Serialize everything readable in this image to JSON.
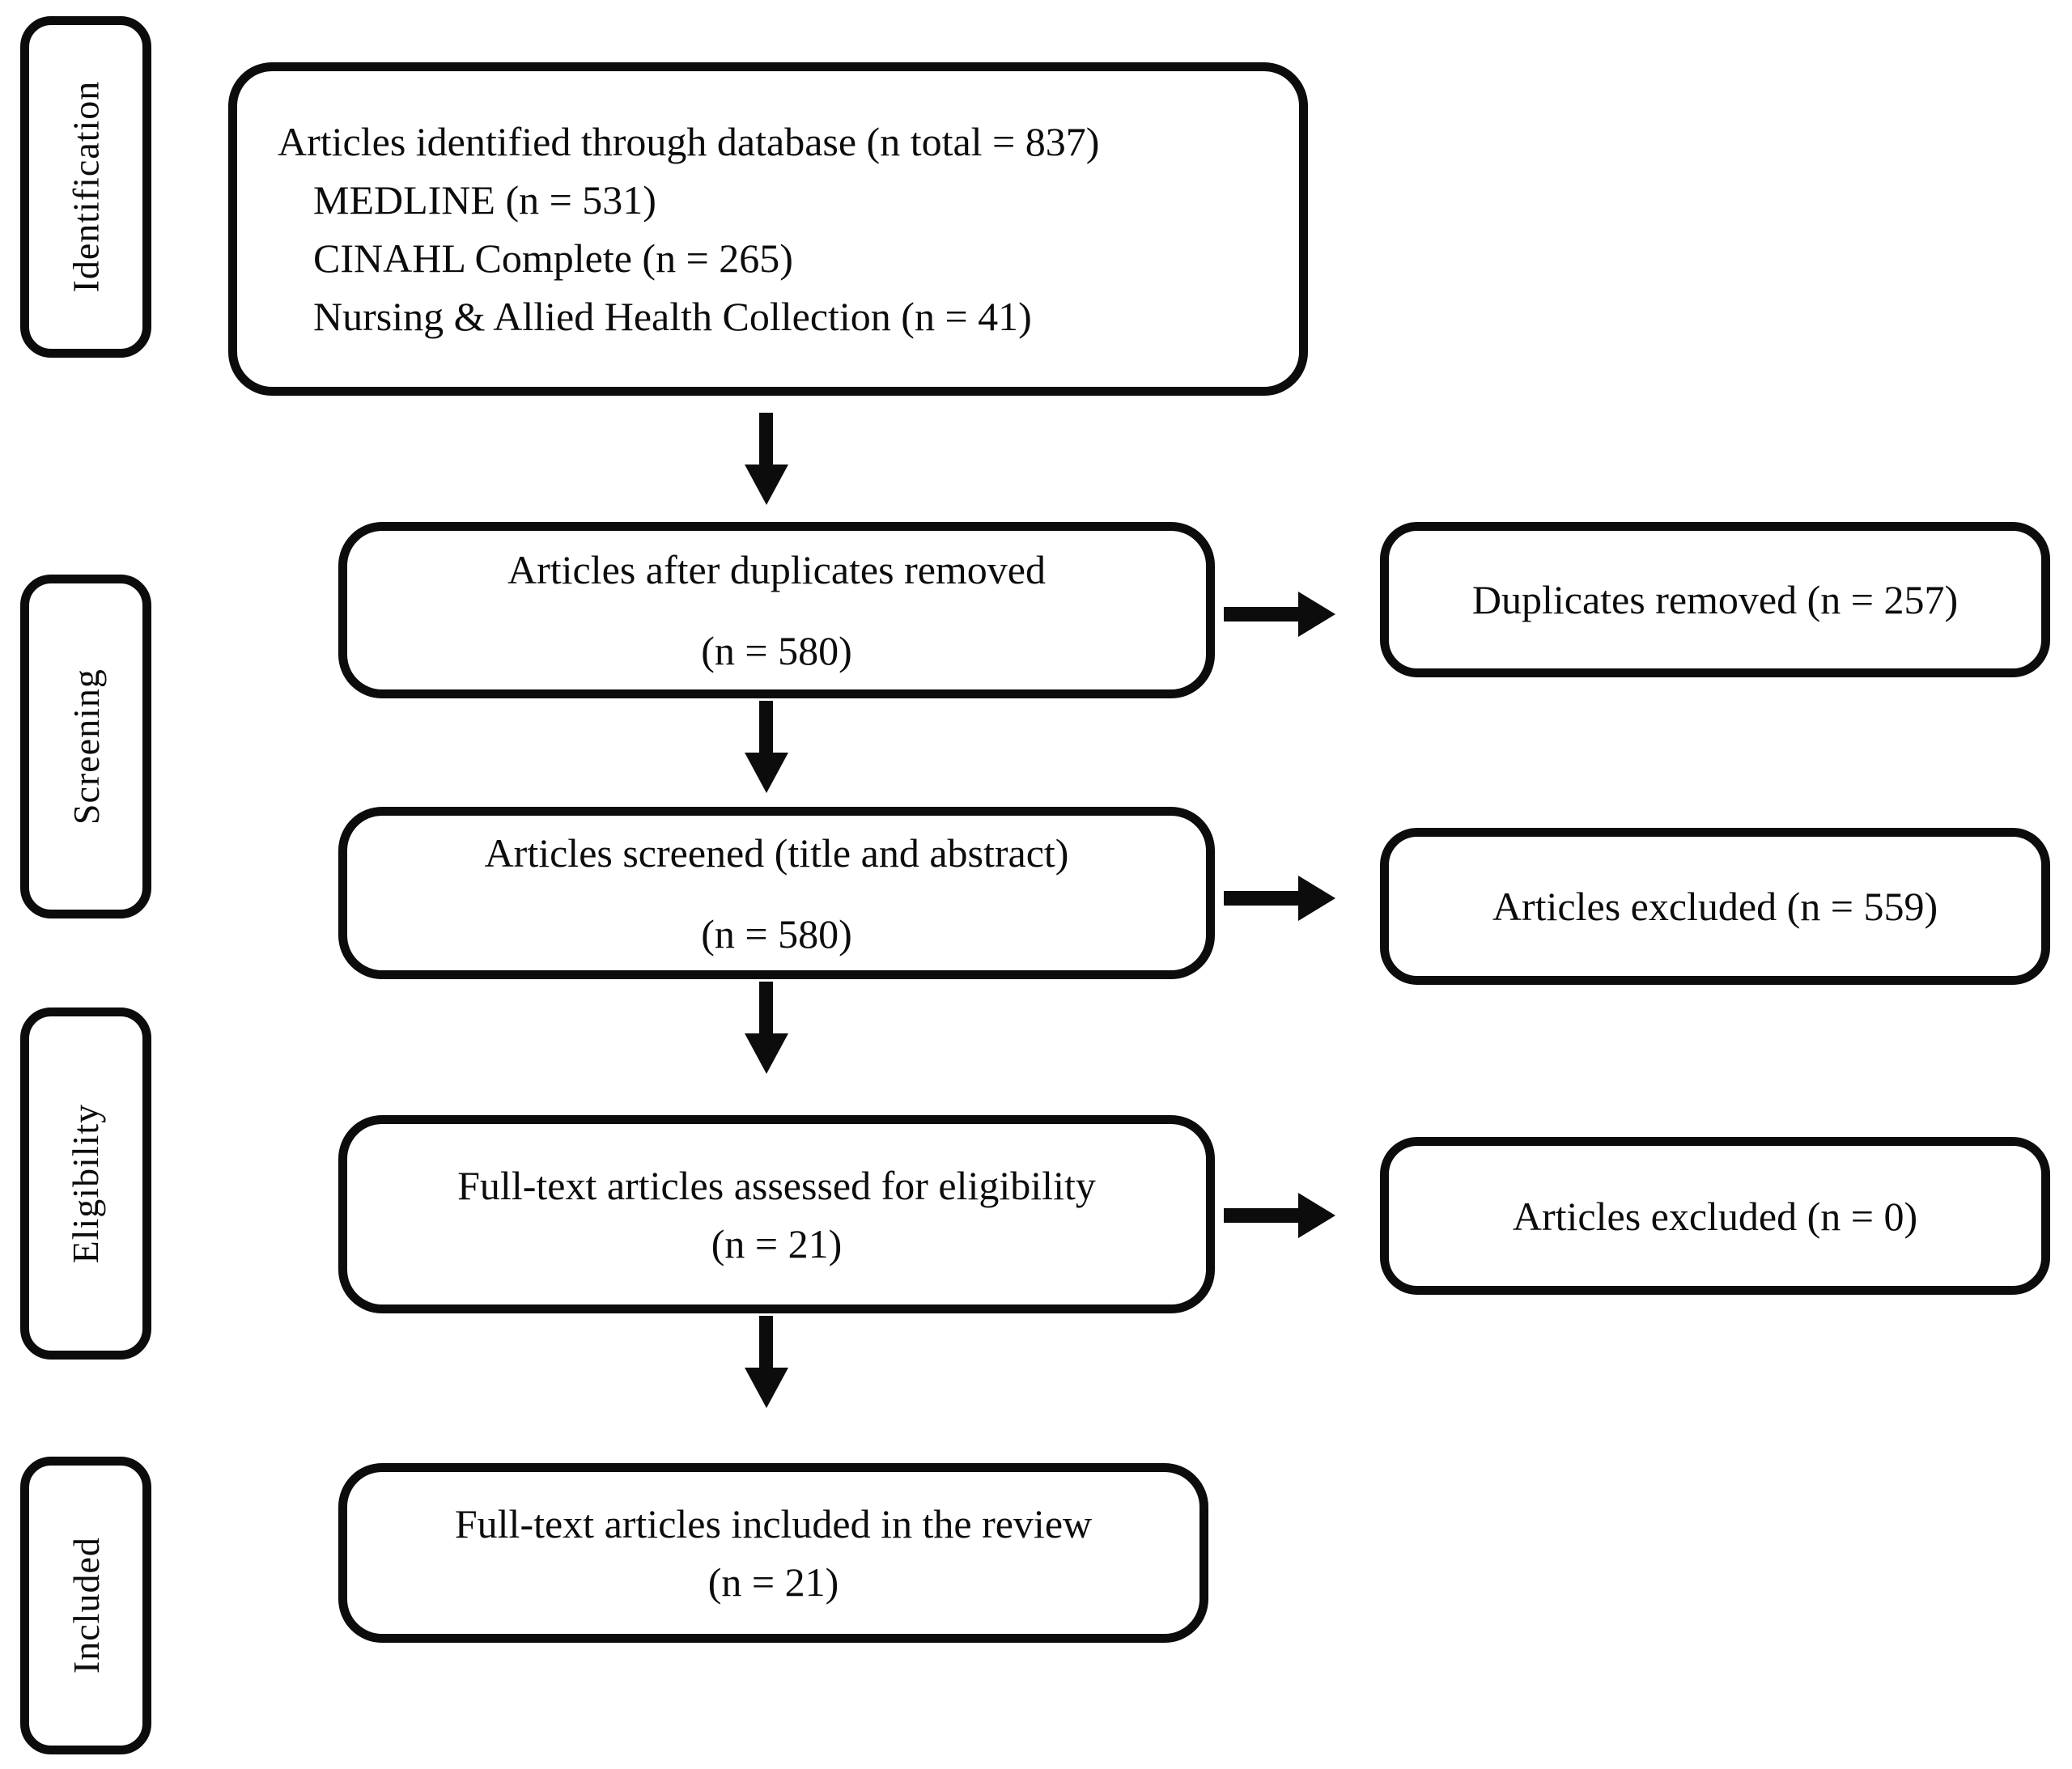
{
  "colors": {
    "ink": "#0c0c0c",
    "background": "#ffffff"
  },
  "stages": [
    {
      "label": "Identification"
    },
    {
      "label": "Screening"
    },
    {
      "label": "Eligibility"
    },
    {
      "label": "Included"
    }
  ],
  "flow": {
    "identified": {
      "title": "Articles identified through database (n total = 837)",
      "sources": [
        "MEDLINE (n = 531)",
        "CINAHL Complete (n = 265)",
        "Nursing & Allied Health Collection (n = 41)"
      ]
    },
    "after_duplicates": {
      "title": "Articles after duplicates removed",
      "count": "(n = 580)"
    },
    "screened": {
      "title": "Articles screened (title and abstract)",
      "count": "(n = 580)"
    },
    "fulltext_assessed": {
      "title": "Full-text articles assessed for eligibility",
      "count": "(n = 21)"
    },
    "included_review": {
      "title": "Full-text articles included in the review",
      "count": "(n = 21)"
    }
  },
  "exclusions": {
    "duplicates_removed": "Duplicates removed (n = 257)",
    "excluded_screening": "Articles excluded (n = 559)",
    "excluded_fulltext": "Articles excluded (n = 0)"
  }
}
